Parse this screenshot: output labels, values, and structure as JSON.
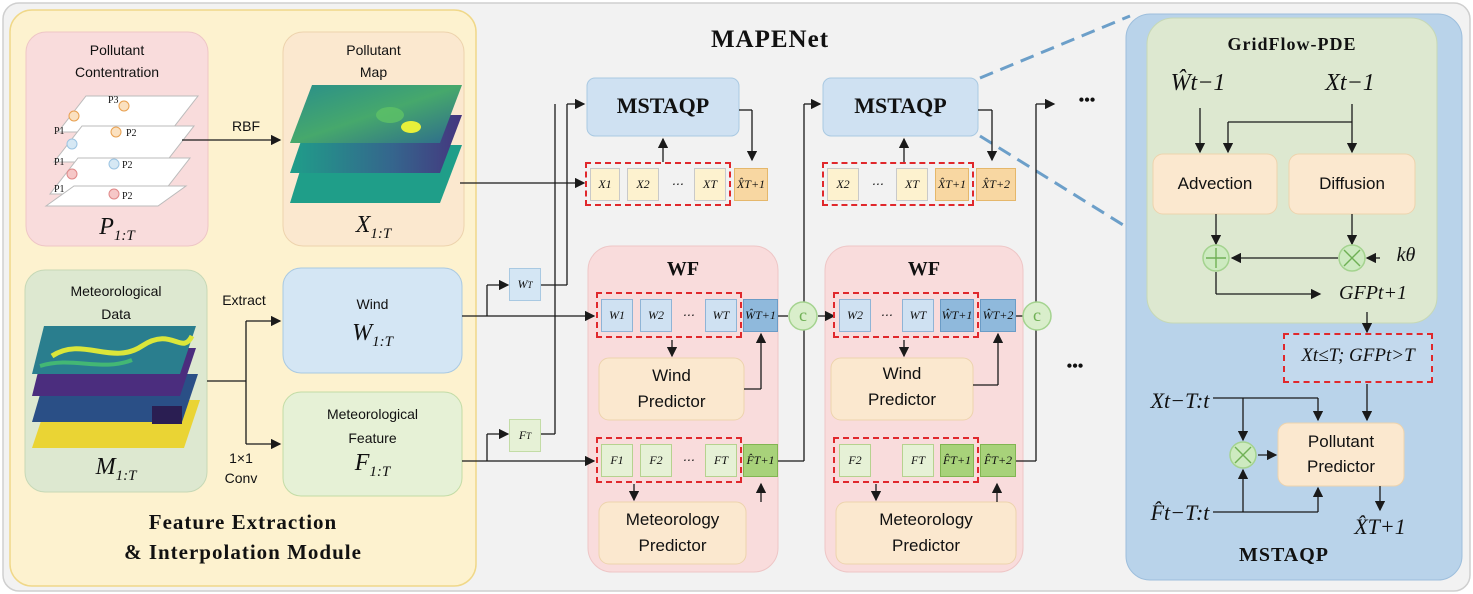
{
  "title": "MAPENet",
  "feim": {
    "title_line1": "Feature Extraction",
    "title_line2": "& Interpolation Module",
    "pollutant_concentration": {
      "label_line1": "Pollutant",
      "label_line2": "Contentration",
      "symbol": "P",
      "subscript": "1:T",
      "points": [
        "P1",
        "P2",
        "P3"
      ]
    },
    "pollutant_map": {
      "label_line1": "Pollutant",
      "label_line2": "Map",
      "symbol": "X",
      "subscript": "1:T"
    },
    "rbf_label": "RBF",
    "meteorological_data": {
      "label_line1": "Meteorological",
      "label_line2": "Data",
      "symbol": "M",
      "subscript": "1:T"
    },
    "extract_label": "Extract",
    "conv_label_line1": "1×1",
    "conv_label_line2": "Conv",
    "wind": {
      "label": "Wind",
      "symbol": "W",
      "subscript": "1:T"
    },
    "met_feature": {
      "label_line1": "Meteorological",
      "label_line2": "Feature",
      "symbol": "F",
      "subscript": "1:T"
    }
  },
  "small_inputs": {
    "wt": "W",
    "wt_sub": "T",
    "ft": "F",
    "ft_sub": "T"
  },
  "stage1": {
    "mstaqp": "MSTAQP",
    "x_cells": [
      "X1",
      "X2",
      "⋯",
      "XT",
      "X̂T+1"
    ],
    "wf_title": "WF",
    "w_cells": [
      "W1",
      "W2",
      "⋯",
      "WT",
      "ŴT+1"
    ],
    "wind_predictor_line1": "Wind",
    "wind_predictor_line2": "Predictor",
    "f_cells": [
      "F1",
      "F2",
      "⋯",
      "FT",
      "F̂T+1"
    ],
    "met_predictor_line1": "Meteorology",
    "met_predictor_line2": "Predictor",
    "concat": "c"
  },
  "stage2": {
    "mstaqp": "MSTAQP",
    "x_cells": [
      "X2",
      "⋯",
      "XT",
      "X̂T+1",
      "X̂T+2"
    ],
    "wf_title": "WF",
    "w_cells": [
      "W2",
      "⋯",
      "WT",
      "ŴT+1",
      "ŴT+2"
    ],
    "wind_predictor_line1": "Wind",
    "wind_predictor_line2": "Predictor",
    "f_cells": [
      "F2",
      "",
      "FT",
      "F̂T+1",
      "F̂T+2"
    ],
    "met_predictor_line1": "Meteorology",
    "met_predictor_line2": "Predictor",
    "concat": "c"
  },
  "ellipsis": "•••",
  "detail": {
    "title": "MSTAQP",
    "gridflow_title": "GridFlow-PDE",
    "w_prev": "Ŵt−1",
    "x_prev": "Xt−1",
    "advection": "Advection",
    "diffusion": "Diffusion",
    "k_theta": "kθ",
    "gfp": "GFPt+1",
    "concat_label": "Xt≤T; GFPt>T",
    "x_window": "Xt−T:t",
    "f_window": "F̂t−T:t",
    "pollutant_predictor_line1": "Pollutant",
    "pollutant_predictor_line2": "Predictor",
    "output": "X̂T+1"
  },
  "colors": {
    "feim_bg": "#fdf2cf",
    "pink_bg": "#f9dcdc",
    "peach_bg": "#fbe8cf",
    "blue_box": "#d4e6f4",
    "green_box": "#e6f1d6",
    "green_bg": "#dde8d0",
    "detail_bg": "#b9d3ea",
    "arrow": "#1a1a1a",
    "dash_red": "#e0282c"
  }
}
